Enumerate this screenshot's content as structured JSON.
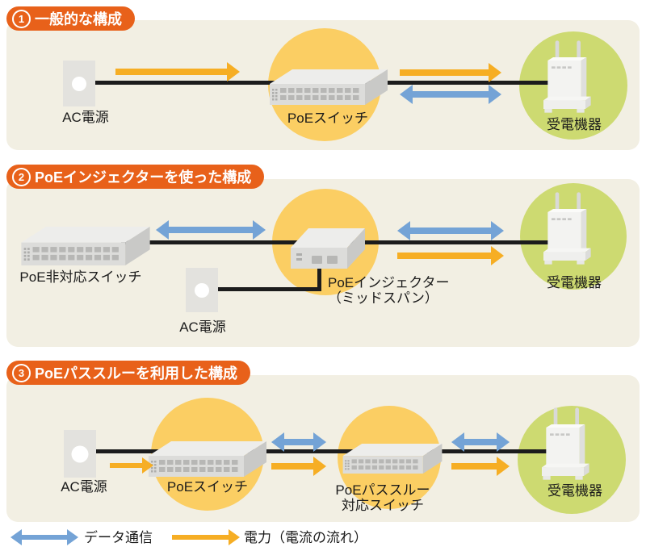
{
  "colors": {
    "panel": "#F2EFE3",
    "badge_orange": "#E8611A",
    "circle_yellow": "#FBCE63",
    "circle_green": "#CDDA71",
    "arrow_blue": "#74A3D6",
    "arrow_yellow": "#F6AE24",
    "cable_black": "#1C1C1C",
    "text": "#1B1B1B"
  },
  "sections": [
    {
      "number": "1",
      "title": "一般的な構成",
      "ac_label": "AC電源",
      "switch_label": "PoEスイッチ",
      "device_label": "受電機器"
    },
    {
      "number": "2",
      "title": "PoEインジェクターを使った構成",
      "switch_label": "PoE非対応スイッチ",
      "ac_label": "AC電源",
      "injector_label_line1": "PoEインジェクター",
      "injector_label_line2": "（ミッドスパン）",
      "device_label": "受電機器"
    },
    {
      "number": "3",
      "title": "PoEパススルーを利用した構成",
      "ac_label": "AC電源",
      "switch1_label": "PoEスイッチ",
      "switch2_label_line1": "PoEパススルー",
      "switch2_label_line2": "対応スイッチ",
      "device_label": "受電機器"
    }
  ],
  "legend": {
    "data_label": "データ通信",
    "power_label": "電力（電流の流れ）"
  }
}
